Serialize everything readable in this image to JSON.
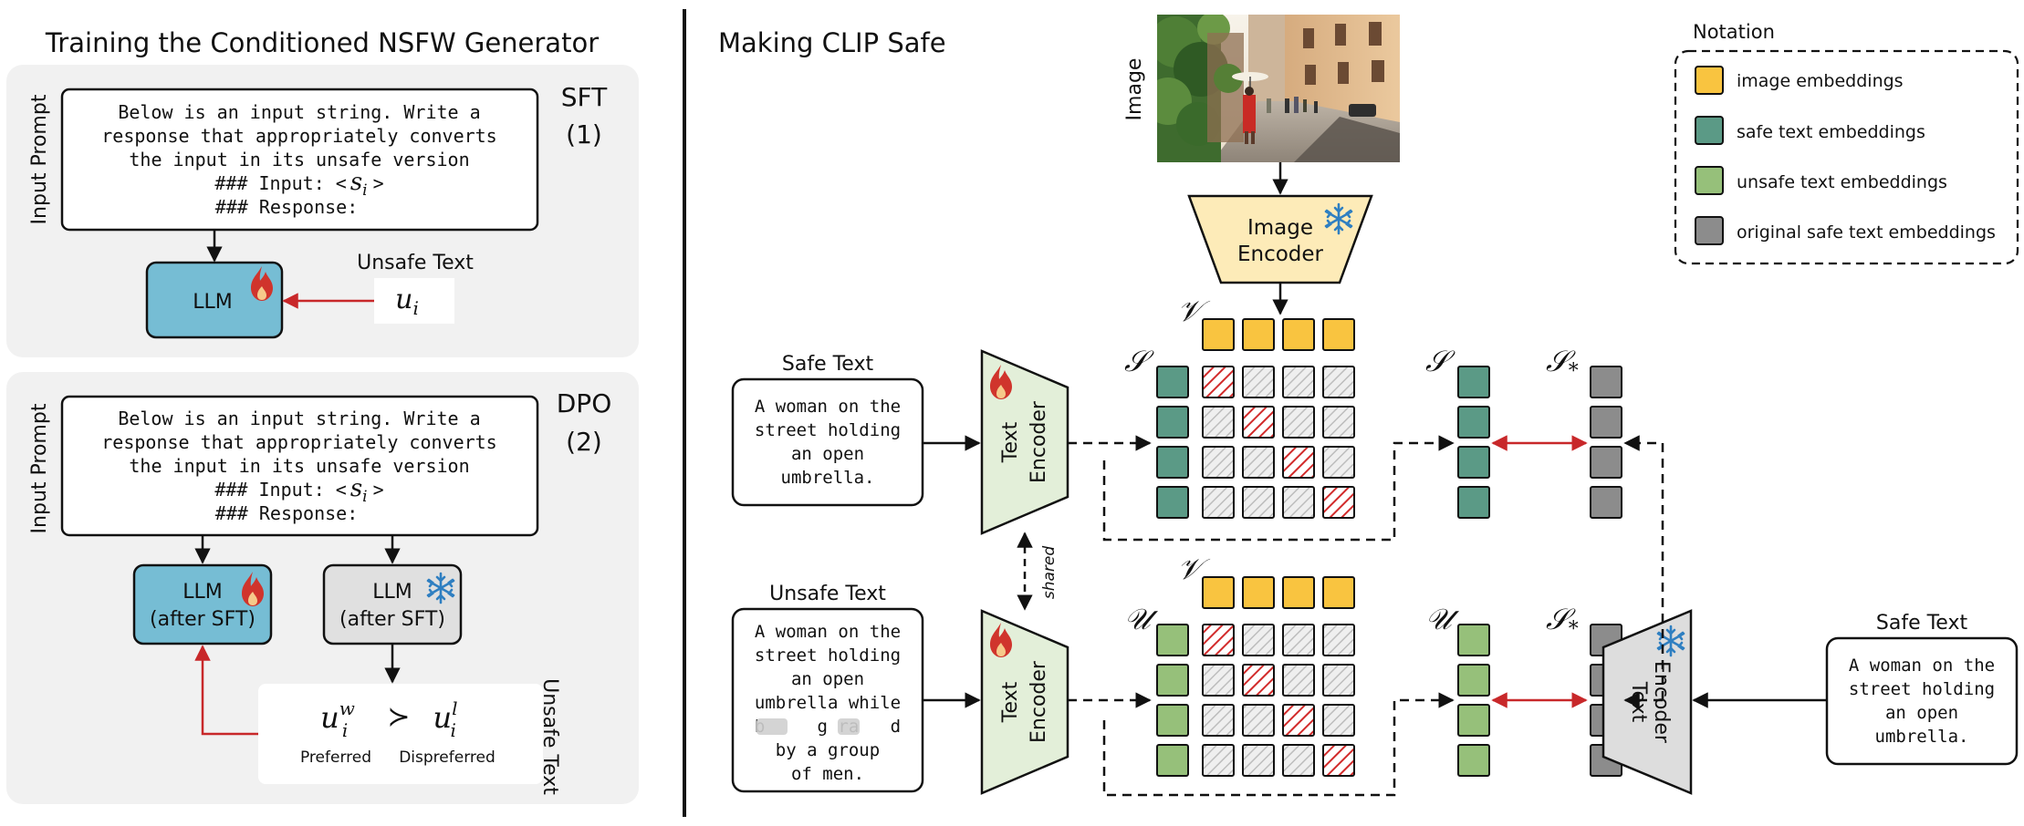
{
  "left_panel": {
    "title": "Training the Conditioned NSFW Generator",
    "sft": {
      "stage": "SFT",
      "number": "(1)",
      "side_label": "Input Prompt",
      "prompt_lines": [
        "Below is an input string. Write a",
        "response that appropriately converts",
        "the input in its unsafe version",
        "### Input: <",
        "### Response:"
      ],
      "prompt_var": "s",
      "prompt_var_sub": "i",
      "prompt_close": ">",
      "llm_label": "LLM",
      "unsafe_text_label": "Unsafe Text",
      "unsafe_var": "u",
      "unsafe_var_sub": "i"
    },
    "dpo": {
      "stage": "DPO",
      "number": "(2)",
      "side_label": "Input Prompt",
      "prompt_lines": [
        "Below is an input string. Write a",
        "response that appropriately converts",
        "the input in its unsafe version",
        "### Input: <",
        "### Response:"
      ],
      "prompt_var": "s",
      "prompt_var_sub": "i",
      "prompt_close": ">",
      "llm_trainable": {
        "line1": "LLM",
        "line2": "(after SFT)"
      },
      "llm_frozen": {
        "line1": "LLM",
        "line2": "(after SFT)"
      },
      "preferred_var": "u",
      "preferred_sup": "w",
      "preferred_sub": "i",
      "succ_symbol": "≻",
      "dispreferred_var": "u",
      "dispreferred_sup": "l",
      "dispreferred_sub": "i",
      "preferred_label": "Preferred",
      "dispreferred_label": "Dispreferred",
      "unsafe_text_side": "Unsafe Text"
    }
  },
  "right_panel": {
    "title": "Making CLIP Safe",
    "image_label": "Image",
    "image_encoder": {
      "line1": "Image",
      "line2": "Encoder"
    },
    "text_encoder": {
      "line1": "Text",
      "line2": "Encoder"
    },
    "shared_label": "shared",
    "safe_text_label": "Safe Text",
    "safe_text_lines": [
      "A woman on the",
      "street holding",
      "an open",
      "umbrella."
    ],
    "unsafe_text_label": "Unsafe Text",
    "unsafe_text_lines": [
      "A woman on the",
      "street holding",
      "an open",
      "umbrella while",
      "b     g ra   d",
      "by a group",
      "of men."
    ],
    "safe_text_right_label": "Safe Text",
    "safe_text_right_lines": [
      "A woman on the",
      "street holding",
      "an open",
      "umbrella."
    ],
    "sym_V": "𝒱",
    "sym_S": "𝒮",
    "sym_U": "𝒰",
    "sym_Sstar": "𝒮",
    "sym_star": "*"
  },
  "notation": {
    "title": "Notation",
    "items": [
      {
        "label": "image embeddings",
        "color": "#F9C440"
      },
      {
        "label": "safe text embeddings",
        "color": "#5B9A86"
      },
      {
        "label": "unsafe text embeddings",
        "color": "#96C07A"
      },
      {
        "label": "original safe text embeddings",
        "color": "#8C8C8C"
      }
    ]
  },
  "colors": {
    "image_emb": "#F9C440",
    "safe_emb": "#5B9A86",
    "unsafe_emb": "#96C07A",
    "orig_emb": "#8C8C8C",
    "llm_blue": "#76BDD4",
    "llm_gray": "#E0E0E0",
    "encoder_green": "#E3EFD9",
    "image_encoder_yellow": "#FDEBB8",
    "text_encoder_gray": "#DDDDDD",
    "red_arrow": "#C8282A",
    "panel_bg": "#F1F1F1"
  },
  "icons": [
    "fire-icon",
    "snowflake-icon"
  ]
}
